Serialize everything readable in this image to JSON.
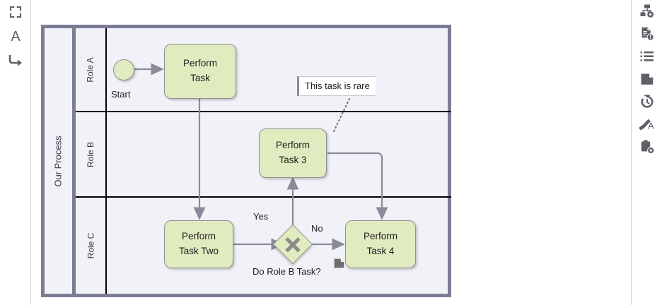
{
  "app": {
    "canvas_background": "#ffffff",
    "pool_fill": "#f1f2f7",
    "pool_border": "#7c7c95",
    "shape_fill": "#e1ebc0",
    "shape_border": "#8f8f8f",
    "edge_color": "#8a8a9a"
  },
  "left_palette": {
    "items": [
      {
        "name": "fullscreen-icon",
        "label": "Fullscreen"
      },
      {
        "name": "text-tool-icon",
        "label": "Text"
      },
      {
        "name": "connector-tool-icon",
        "label": "Connector"
      }
    ]
  },
  "right_palette": {
    "items": [
      {
        "name": "process-settings-icon",
        "label": "Process Settings"
      },
      {
        "name": "document-info-icon",
        "label": "Document Info"
      },
      {
        "name": "list-icon",
        "label": "List"
      },
      {
        "name": "page-icon",
        "label": "Page"
      },
      {
        "name": "history-icon",
        "label": "History"
      },
      {
        "name": "annotate-icon",
        "label": "Annotate"
      },
      {
        "name": "clipboard-settings-icon",
        "label": "Clipboard Settings"
      }
    ]
  },
  "diagram": {
    "pool": {
      "label": "Our Process"
    },
    "lanes": [
      {
        "id": "lane-a",
        "label": "Role A"
      },
      {
        "id": "lane-b",
        "label": "Role B"
      },
      {
        "id": "lane-c",
        "label": "Role C"
      }
    ],
    "events": [
      {
        "id": "start-event",
        "type": "start",
        "label": "Start"
      }
    ],
    "tasks": [
      {
        "id": "task-perform-task",
        "line1": "Perform",
        "line2": "Task",
        "lane": "Role A"
      },
      {
        "id": "task-perform-task-3",
        "line1": "Perform",
        "line2": "Task 3",
        "lane": "Role B"
      },
      {
        "id": "task-perform-task-two",
        "line1": "Perform",
        "line2": "Task Two",
        "lane": "Role C"
      },
      {
        "id": "task-perform-task-4",
        "line1": "Perform",
        "line2": "Task 4",
        "lane": "Role C"
      }
    ],
    "gateways": [
      {
        "id": "gateway-role-b",
        "type": "exclusive",
        "label": "Do Role B Task?"
      }
    ],
    "flow_labels": [
      {
        "id": "flow-yes",
        "label": "Yes"
      },
      {
        "id": "flow-no",
        "label": "No"
      }
    ],
    "annotations": [
      {
        "id": "annotation-rare",
        "text": "This task is rare"
      }
    ],
    "markers": [
      {
        "id": "task-4-document-marker",
        "name": "document-marker-icon"
      }
    ]
  }
}
